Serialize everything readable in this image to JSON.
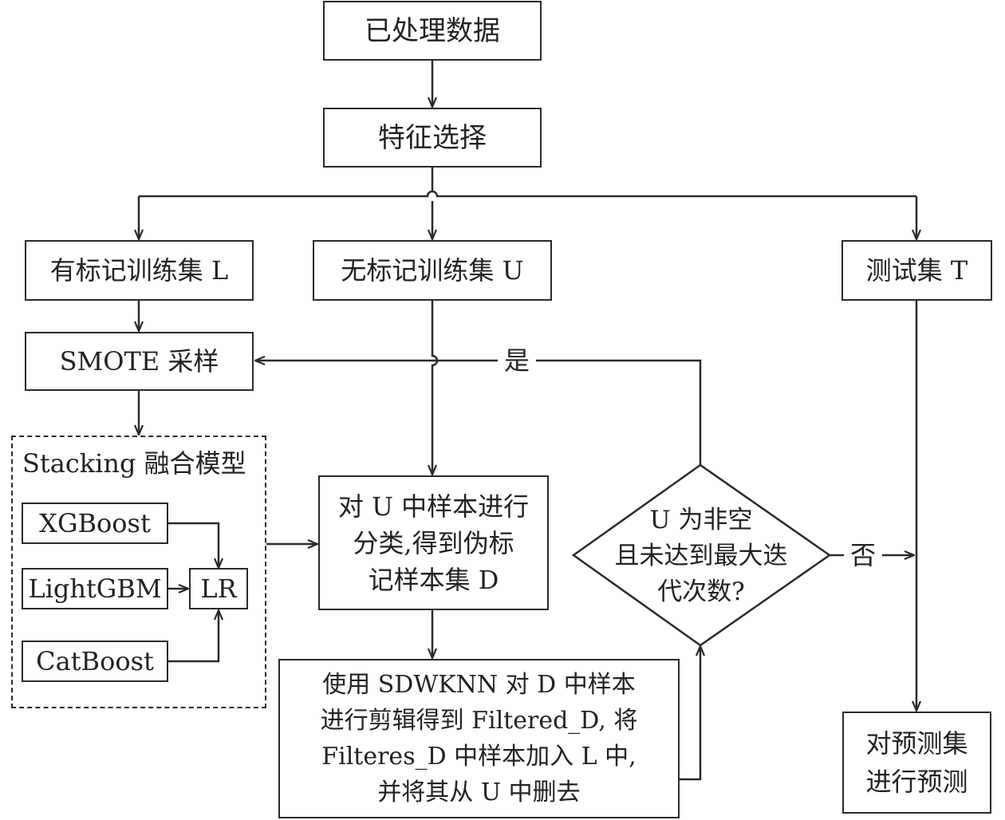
{
  "nodes": {
    "processed": "已处理数据",
    "feature": "特征选择",
    "labeled": "有标记训练集 L",
    "unlabeled": "无标记训练集 U",
    "test": "测试集 T",
    "smote": "SMOTE 采样",
    "stacking_title": "Stacking 融合模型",
    "xgb": "XGBoost",
    "lgbm": "LightGBM",
    "lr": "LR",
    "cat": "CatBoost",
    "classify": "对 U 中样本进行\n分类,得到伪标\n记样本集 D",
    "decision": "U 为非空\n且未达到最大迭\n代次数?",
    "sdwknn": "使用 SDWKNN 对 D 中样本\n进行剪辑得到 Filtered_D, 将\nFilteres_D 中样本加入 L 中,\n并将其从 U 中删去",
    "predict": "对预测集\n进行预测"
  },
  "edge_labels": {
    "yes": "是",
    "no": "否"
  }
}
